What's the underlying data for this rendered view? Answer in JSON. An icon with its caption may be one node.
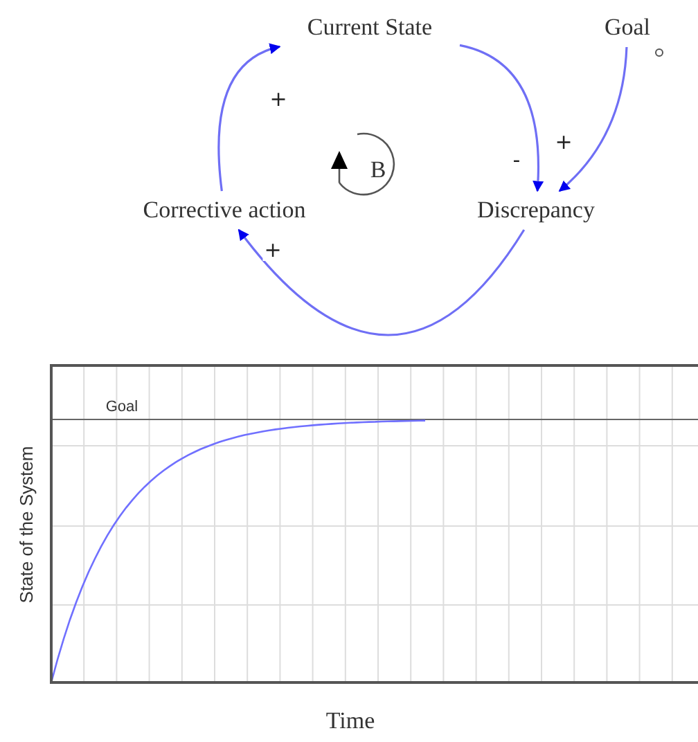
{
  "diagram": {
    "nodes": [
      {
        "text": [
          "Current State"
        ]
      },
      {
        "text": [
          "Goal"
        ]
      },
      {
        "text": [
          "Corrective action"
        ]
      },
      {
        "text": [
          "Discrepancy"
        ]
      }
    ],
    "edges": [
      {
        "from": 0,
        "to": 3,
        "arrow": "to",
        "label": "-"
      },
      {
        "from": 1,
        "to": 3,
        "arrow": "to",
        "label": "+"
      },
      {
        "from": 3,
        "to": 2,
        "arrow": "to",
        "label": "+"
      },
      {
        "from": 2,
        "to": 0,
        "arrow": "to",
        "label": "+"
      }
    ],
    "labels": [
      "B",
      "Goal",
      "State of the System",
      "Time"
    ]
  }
}
